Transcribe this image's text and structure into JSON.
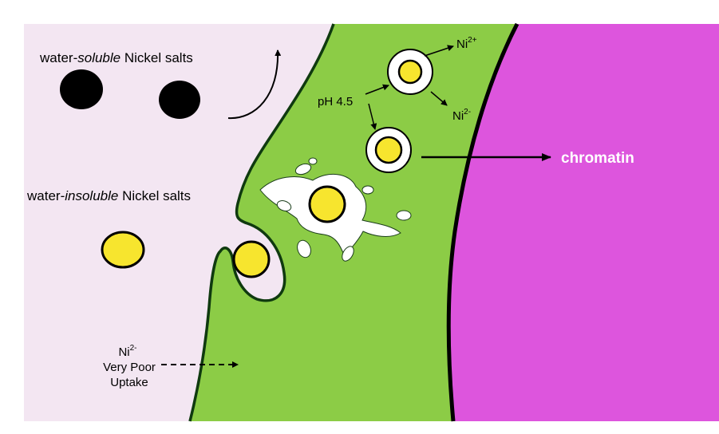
{
  "labels": {
    "soluble_prefix": "water-",
    "soluble_italic": "soluble",
    "soluble_suffix": " Nickel salts",
    "insoluble_prefix": "water-",
    "insoluble_italic": "insoluble",
    "insoluble_suffix": " Nickel salts",
    "ph": "pH 4.5",
    "ni_base": "Ni",
    "ni_top_sup": "2+",
    "ni_right_sup": "2-",
    "ni_bottom_sup": "2-",
    "very_poor": "Very Poor",
    "uptake": "Uptake",
    "chromatin": "chromatin"
  },
  "colors": {
    "extracellular": "#f3e6f2",
    "cytoplasm": "#8ccc46",
    "nucleus": "#dd55dd",
    "particle_fill": "#f7e52e",
    "soluble_salt": "#000000",
    "membrane": "#0f3a0f",
    "chromatin_text": "#ffffff"
  }
}
